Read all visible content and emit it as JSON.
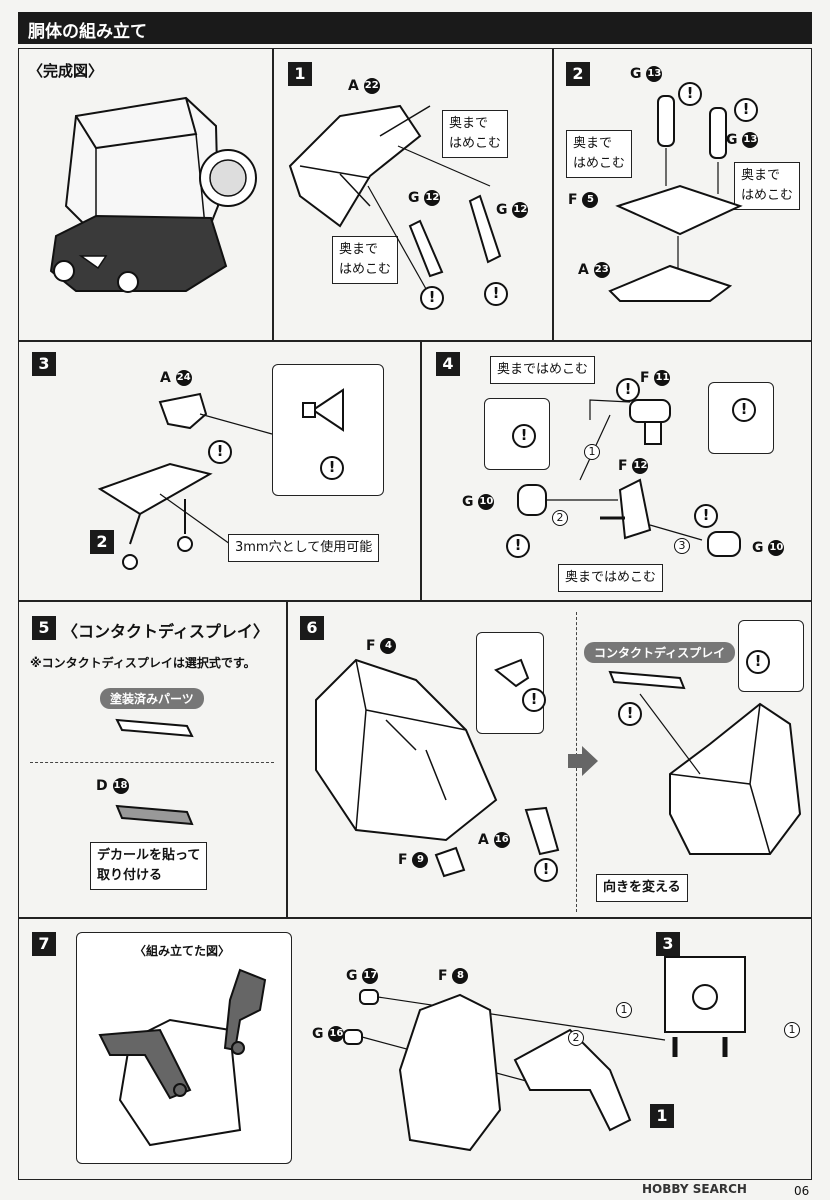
{
  "header": {
    "title": "胴体の組み立て"
  },
  "completed": {
    "label": "〈完成図〉"
  },
  "steps": [
    {
      "num": "1",
      "parts": [
        {
          "letter": "A",
          "num": "22"
        },
        {
          "letter": "G",
          "num": "12"
        },
        {
          "letter": "G",
          "num": "12"
        }
      ],
      "callouts": [
        "奥まで\nはめこむ",
        "奥まで\nはめこむ"
      ]
    },
    {
      "num": "2",
      "parts": [
        {
          "letter": "G",
          "num": "13"
        },
        {
          "letter": "G",
          "num": "13"
        },
        {
          "letter": "F",
          "num": "5"
        },
        {
          "letter": "A",
          "num": "23"
        }
      ],
      "callouts": [
        "奥まで\nはめこむ",
        "奥まで\nはめこむ"
      ]
    },
    {
      "num": "3",
      "parts": [
        {
          "letter": "A",
          "num": "24"
        }
      ],
      "ref_step": "2",
      "callout": "3mm穴として使用可能"
    },
    {
      "num": "4",
      "parts": [
        {
          "letter": "F",
          "num": "11"
        },
        {
          "letter": "F",
          "num": "12"
        },
        {
          "letter": "G",
          "num": "10"
        },
        {
          "letter": "G",
          "num": "10"
        }
      ],
      "callouts": [
        "奥まではめこむ",
        "奥まではめこむ"
      ],
      "order": [
        "1",
        "2",
        "3"
      ]
    },
    {
      "num": "5",
      "title": "〈コンタクトディスプレイ〉",
      "note": "※コンタクトディスプレイは選択式です。",
      "pill": "塗装済みパーツ",
      "part": {
        "letter": "D",
        "num": "18"
      },
      "callout": "デカールを貼って\n取り付ける"
    },
    {
      "num": "6",
      "parts": [
        {
          "letter": "F",
          "num": "4"
        },
        {
          "letter": "A",
          "num": "16"
        },
        {
          "letter": "F",
          "num": "9"
        }
      ],
      "pill": "コンタクトディスプレイ",
      "callout": "向きを変える"
    },
    {
      "num": "7",
      "assembled_label": "〈組み立てた図〉",
      "parts": [
        {
          "letter": "G",
          "num": "17"
        },
        {
          "letter": "F",
          "num": "8"
        },
        {
          "letter": "G",
          "num": "16"
        }
      ],
      "ref_steps": [
        "3",
        "1"
      ],
      "order": [
        "1",
        "2",
        "1"
      ]
    }
  ],
  "warn_symbol": "!",
  "watermark": "HOBBY SEARCH",
  "page_number": "06"
}
